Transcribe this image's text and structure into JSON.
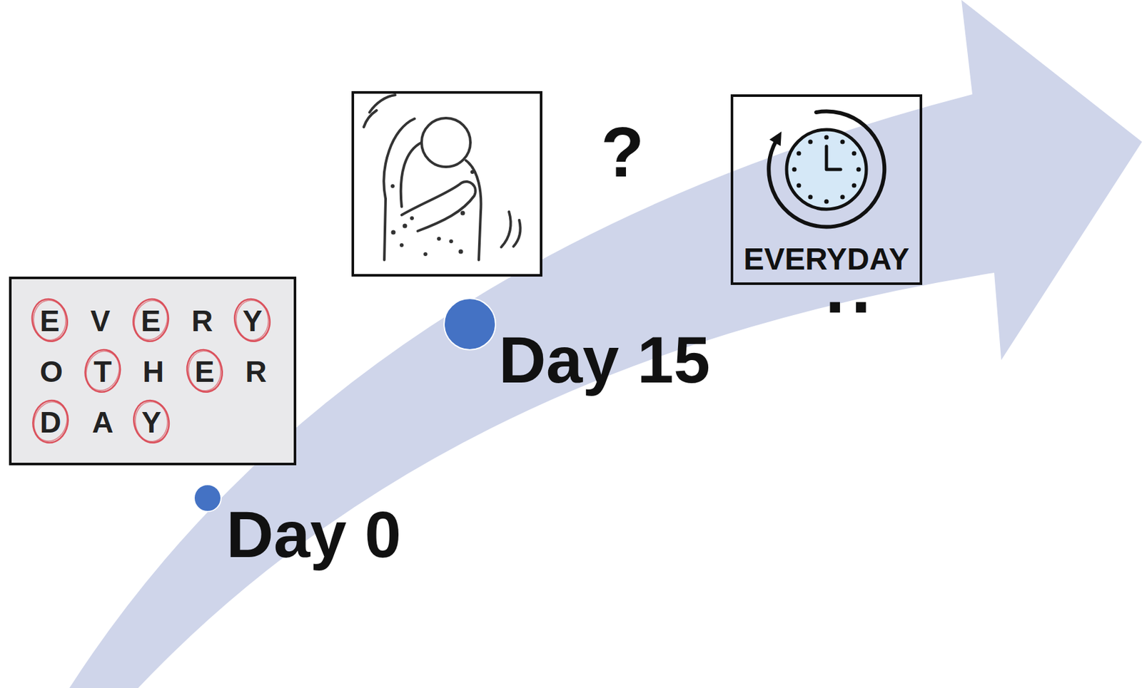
{
  "diagram": {
    "nodes": [
      {
        "text": [
          "EVERY OTHER DAY"
        ]
      },
      {
        "text": [
          "EVERYDAY"
        ]
      }
    ],
    "labels": [
      "Day 0",
      "Day 15",
      "?",
      ".."
    ]
  }
}
